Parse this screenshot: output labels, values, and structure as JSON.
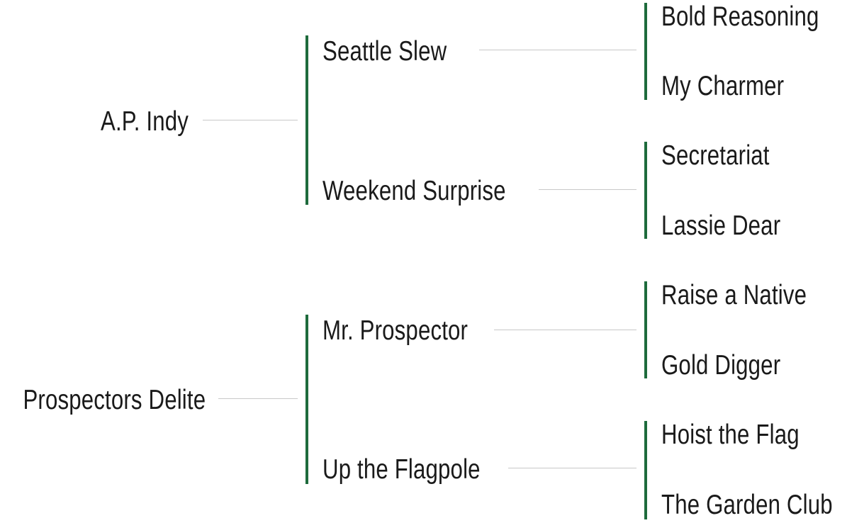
{
  "pedigree": {
    "sire_line": {
      "name": "A.P. Indy",
      "sire": {
        "name": "Seattle Slew",
        "sire": "Bold Reasoning",
        "dam": "My Charmer"
      },
      "dam": {
        "name": "Weekend Surprise",
        "sire": "Secretariat",
        "dam": "Lassie Dear"
      }
    },
    "dam_line": {
      "name": "Prospectors Delite",
      "sire": {
        "name": "Mr. Prospector",
        "sire": "Raise a Native",
        "dam": "Gold Digger"
      },
      "dam": {
        "name": "Up the Flagpole",
        "sire": "Hoist the Flag",
        "dam": "The Garden Club"
      }
    }
  },
  "colors": {
    "bracket": "#1e6b3c",
    "connector": "#c8c8c8",
    "text": "#1a1a1a"
  }
}
